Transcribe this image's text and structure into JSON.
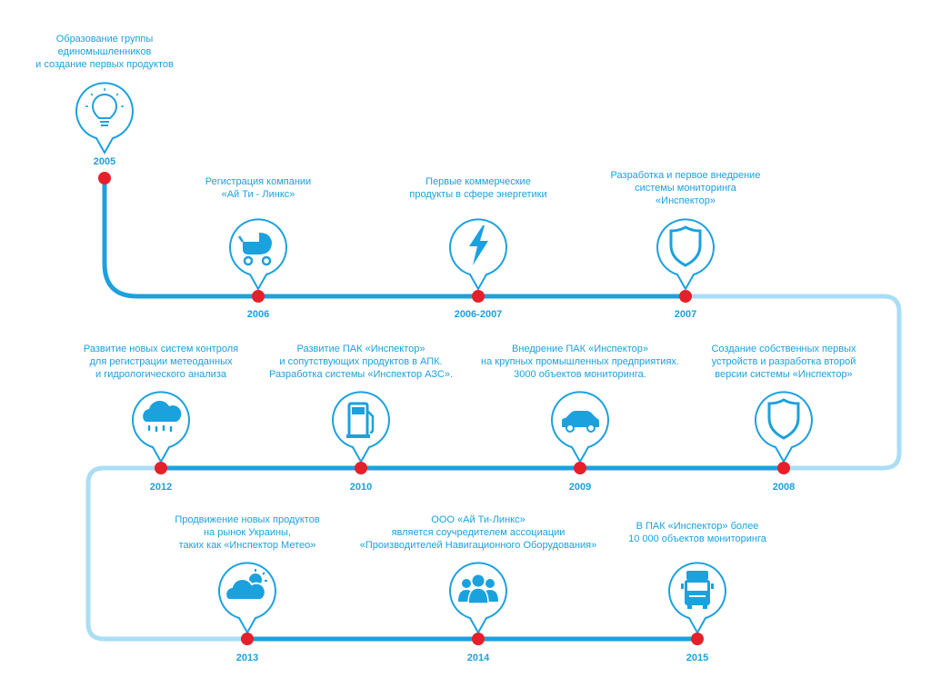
{
  "colors": {
    "line_dark": "#1ba1de",
    "line_light": "#a9def5",
    "dot": "#e5202a",
    "text": "#1ba1de"
  },
  "milestones": [
    {
      "year": "2005",
      "text": "Образование группы\nединомышленников\nи создание первых продуктов",
      "icon": "lightbulb-icon"
    },
    {
      "year": "2006",
      "text": "Регистрация компании\n«Ай Ти - Линкс»",
      "icon": "baby-stroller-icon"
    },
    {
      "year": "2006-2007",
      "text": "Первые коммерческие\nпродукты в сфере энергетики",
      "icon": "lightning-icon"
    },
    {
      "year": "2007",
      "text": "Разработка и первое внедрение\nсистемы мониторинга\n«Инспектор»",
      "icon": "shield-icon"
    },
    {
      "year": "2008",
      "text": "Создание собственных первых\nустройств и разработка второй\nверсии системы «Инспектор»",
      "icon": "shield-icon"
    },
    {
      "year": "2009",
      "text": "Внедрение ПАК «Инспектор»\nна крупных промышленных предприятиях.\n3000 объектов мониторинга.",
      "icon": "car-icon"
    },
    {
      "year": "2010",
      "text": "Развитие ПАК «Инспектор»\nи сопутствующих продуктов в АПК.\nРазработка системы «Инспектор АЗС».",
      "icon": "fuel-pump-icon"
    },
    {
      "year": "2012",
      "text": "Развитие новых систем контроля\nдля регистрации метеоданных\nи гидрологического анализа",
      "icon": "rain-cloud-icon"
    },
    {
      "year": "2013",
      "text": "Продвижение новых продуктов\nна рынок Украины,\nтаких как «Инспектор Метео»",
      "icon": "sun-cloud-icon"
    },
    {
      "year": "2014",
      "text": "ООО «Ай Ти-Линкс»\nявляется соучредителем ассоциации\n«Производителей Навигационного Оборудования»",
      "icon": "people-group-icon"
    },
    {
      "year": "2015",
      "text": "В ПАК «Инспектор» более\n10 000 объектов мониторинга",
      "icon": "truck-icon"
    }
  ]
}
